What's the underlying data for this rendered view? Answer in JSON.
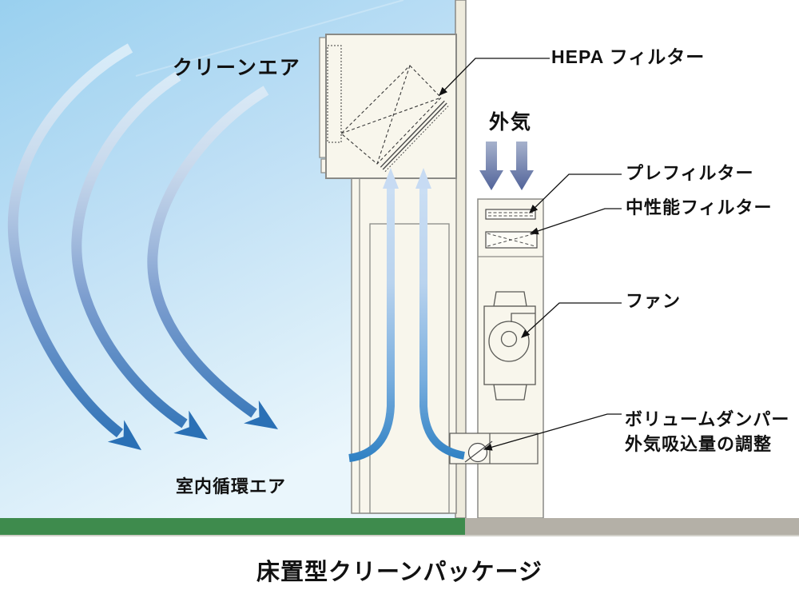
{
  "title": "床置型クリーンパッケージ",
  "labels": {
    "clean_air": "クリーンエア",
    "outside_air": "外気",
    "hepa_filter": "HEPA フィルター",
    "pre_filter": "プレフィルター",
    "medium_filter": "中性能フィルター",
    "fan": "ファン",
    "volume_damper_line1": "ボリュームダンパー",
    "volume_damper_line2": "外気吸込量の調整",
    "room_circulation_air": "室内循環エア"
  },
  "colors": {
    "sky_top": "#99d0ef",
    "sky_mid": "#c2e2f6",
    "sky_bottom": "#eaf6fc",
    "floor_green": "#3e8b4d",
    "floor_gray": "#b4b0a7",
    "wall_fill": "#eeebdd",
    "unit_fill": "#f8f6ec",
    "outline_gray": "#8a8a86",
    "line_dark": "#3a3a3a",
    "leader_black": "#111111",
    "clean_air_arrow_blue": "#2a70b5",
    "stream_blue_deep": "#2e80c3",
    "stream_blue_pale": "#c7dbf3",
    "outside_arrow_light": "#a9b4ce",
    "outside_arrow_dark": "#4f6198",
    "text_black": "#111111"
  }
}
